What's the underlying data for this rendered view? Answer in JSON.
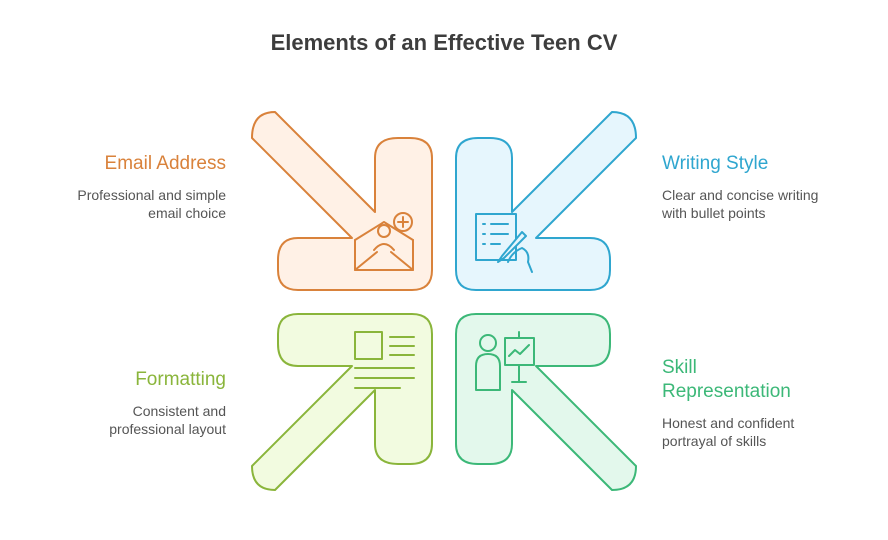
{
  "title": "Elements of an Effective Teen CV",
  "colors": {
    "email": "#d9823b",
    "writing": "#2fa6cf",
    "formatting": "#8ab53b",
    "skill": "#3cb878"
  },
  "items": [
    {
      "key": "email",
      "title": "Email Address",
      "description": [
        "Professional and simple",
        "email choice"
      ],
      "icon": "envelope-user-add-icon"
    },
    {
      "key": "writing",
      "title": "Writing Style",
      "description": [
        "Clear and concise writing",
        "with bullet points"
      ],
      "icon": "document-pen-icon"
    },
    {
      "key": "formatting",
      "title": "Formatting",
      "description": [
        "Consistent and",
        "professional layout"
      ],
      "icon": "layout-document-icon"
    },
    {
      "key": "skill",
      "title": [
        "Skill",
        "Representation"
      ],
      "description": [
        "Honest and confident",
        "portrayal of skills"
      ],
      "icon": "presenter-chart-icon"
    }
  ]
}
